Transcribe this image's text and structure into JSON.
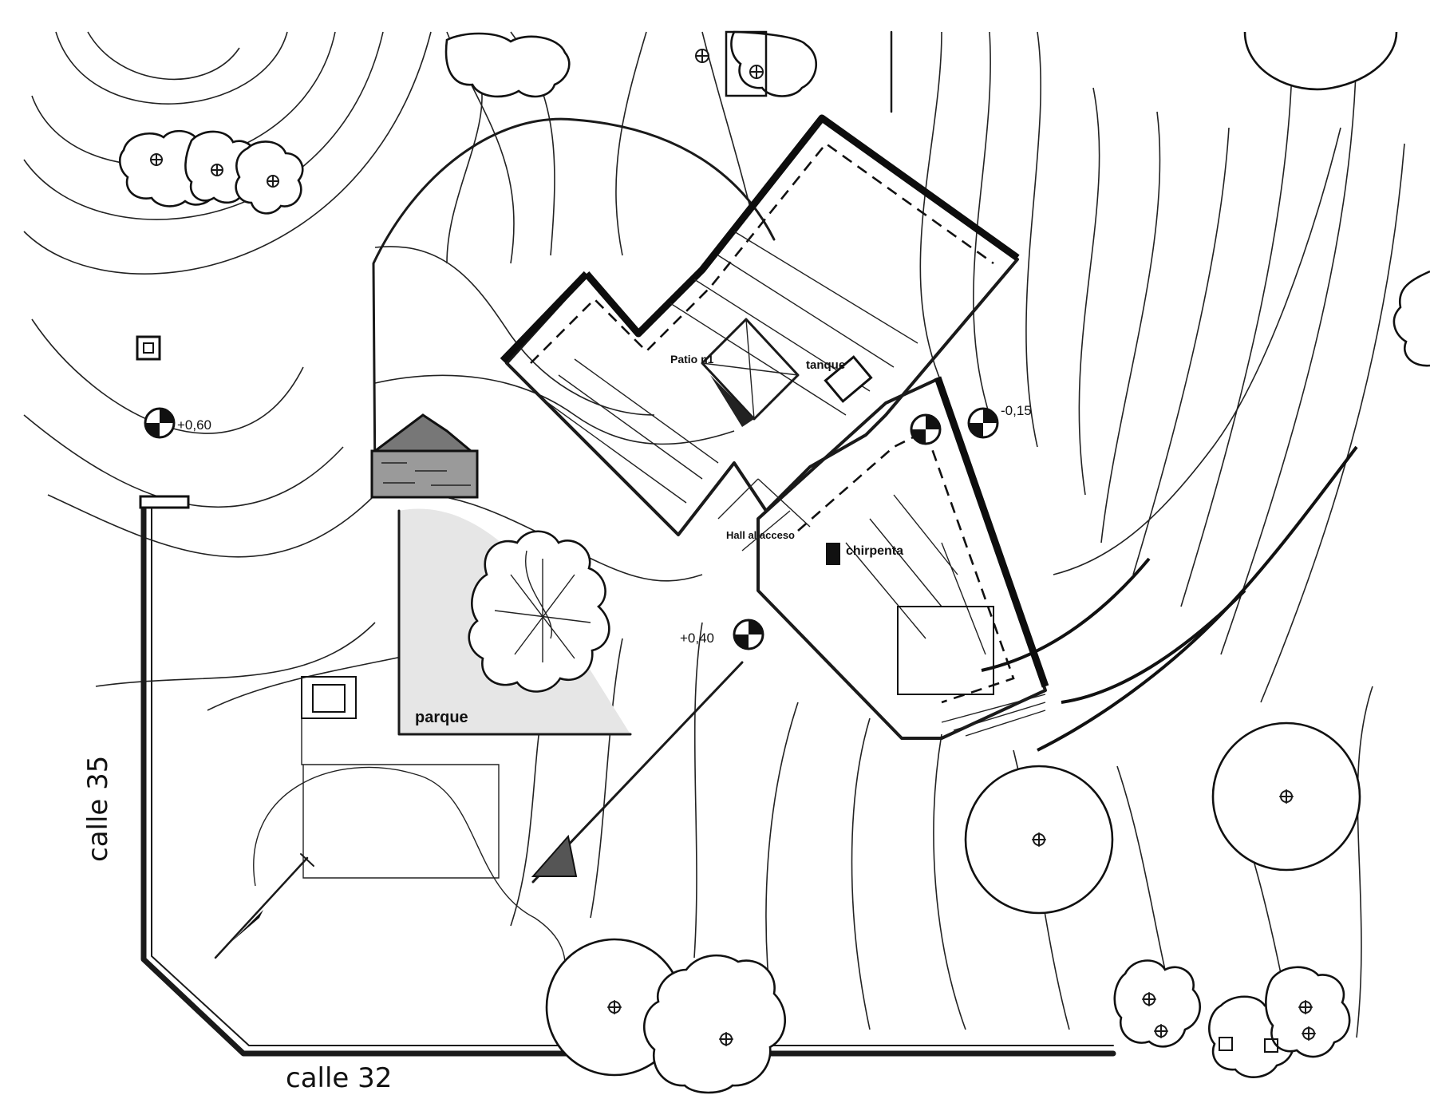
{
  "labels": {
    "room_patio": "Patio n1",
    "room_tanque": "tanque",
    "room_chirpenta": "chirpenta",
    "room_hall": "Hall al acceso",
    "garden": "parque"
  },
  "levels": {
    "west": "+0,60",
    "east": "-0,15",
    "entry": "+0,40"
  },
  "streets": {
    "side": "calle 35",
    "front": "calle 32"
  }
}
